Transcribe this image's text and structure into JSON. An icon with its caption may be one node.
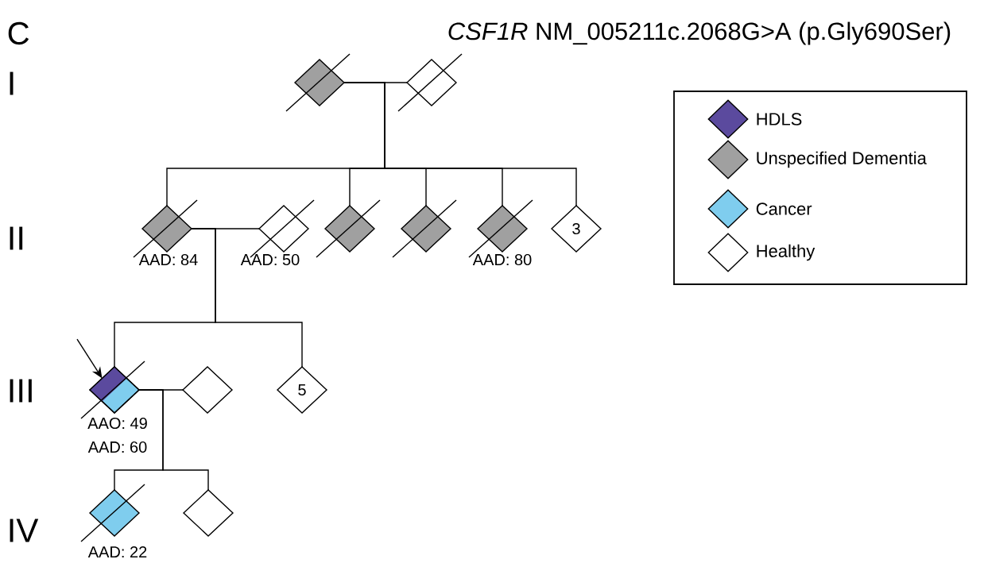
{
  "diagram": {
    "title": "*CSF1R* NM_005211c.2068G>A (p.Gly690Ser)",
    "nodes": [
      {
        "text": [],
        "shape": "diamond"
      },
      {
        "text": [],
        "shape": "diamond"
      },
      {
        "text": [],
        "shape": "diamond",
        "beside": [
          "AAD: 84"
        ]
      },
      {
        "text": [],
        "shape": "diamond",
        "beside": [
          "AAD: 50"
        ]
      },
      {
        "text": [],
        "shape": "diamond"
      },
      {
        "text": [],
        "shape": "diamond"
      },
      {
        "text": [],
        "shape": "diamond",
        "beside": [
          "AAD: 80"
        ]
      },
      {
        "text": [
          "3"
        ]
      },
      {
        "text": [],
        "shape": "diamond",
        "beside": [
          "AAO: 49",
          "AAD: 60"
        ]
      },
      {
        "text": [],
        "shape": "diamond"
      },
      {
        "text": [
          "5"
        ]
      },
      {
        "text": [],
        "shape": "diamond",
        "beside": [
          "AAD: 22"
        ]
      },
      {
        "text": [],
        "shape": "diamond"
      }
    ],
    "edges": [
      {
        "from": 0,
        "to": 1,
        "arrow": "none"
      },
      {
        "from": 0,
        "to": 2,
        "arrow": "none"
      },
      {
        "from": 0,
        "to": 4,
        "arrow": "none"
      },
      {
        "from": 0,
        "to": 5,
        "arrow": "none"
      },
      {
        "from": 0,
        "to": 6,
        "arrow": "none"
      },
      {
        "from": 0,
        "to": 7,
        "arrow": "none"
      },
      {
        "from": 2,
        "to": 3,
        "arrow": "none"
      },
      {
        "from": 2,
        "to": 8,
        "arrow": "none"
      },
      {
        "from": 2,
        "to": 10,
        "arrow": "none"
      },
      {
        "from": 8,
        "to": 9,
        "arrow": "none"
      },
      {
        "from": 8,
        "to": 11,
        "arrow": "none"
      },
      {
        "from": 8,
        "to": 12,
        "arrow": "none"
      },
      {
        "from": null,
        "to": 8,
        "arrow": "to"
      }
    ],
    "labels": [
      "C",
      "I",
      "II",
      "III",
      "IV"
    ],
    "legend": [
      {
        "text": "HDLS",
        "color": "#5b4a9e"
      },
      {
        "text": "Unspecified Dementia",
        "color": "#a0a0a0"
      },
      {
        "text": "Cancer",
        "color": "#7fcdee"
      },
      {
        "text": "Healthy"
      }
    ]
  }
}
